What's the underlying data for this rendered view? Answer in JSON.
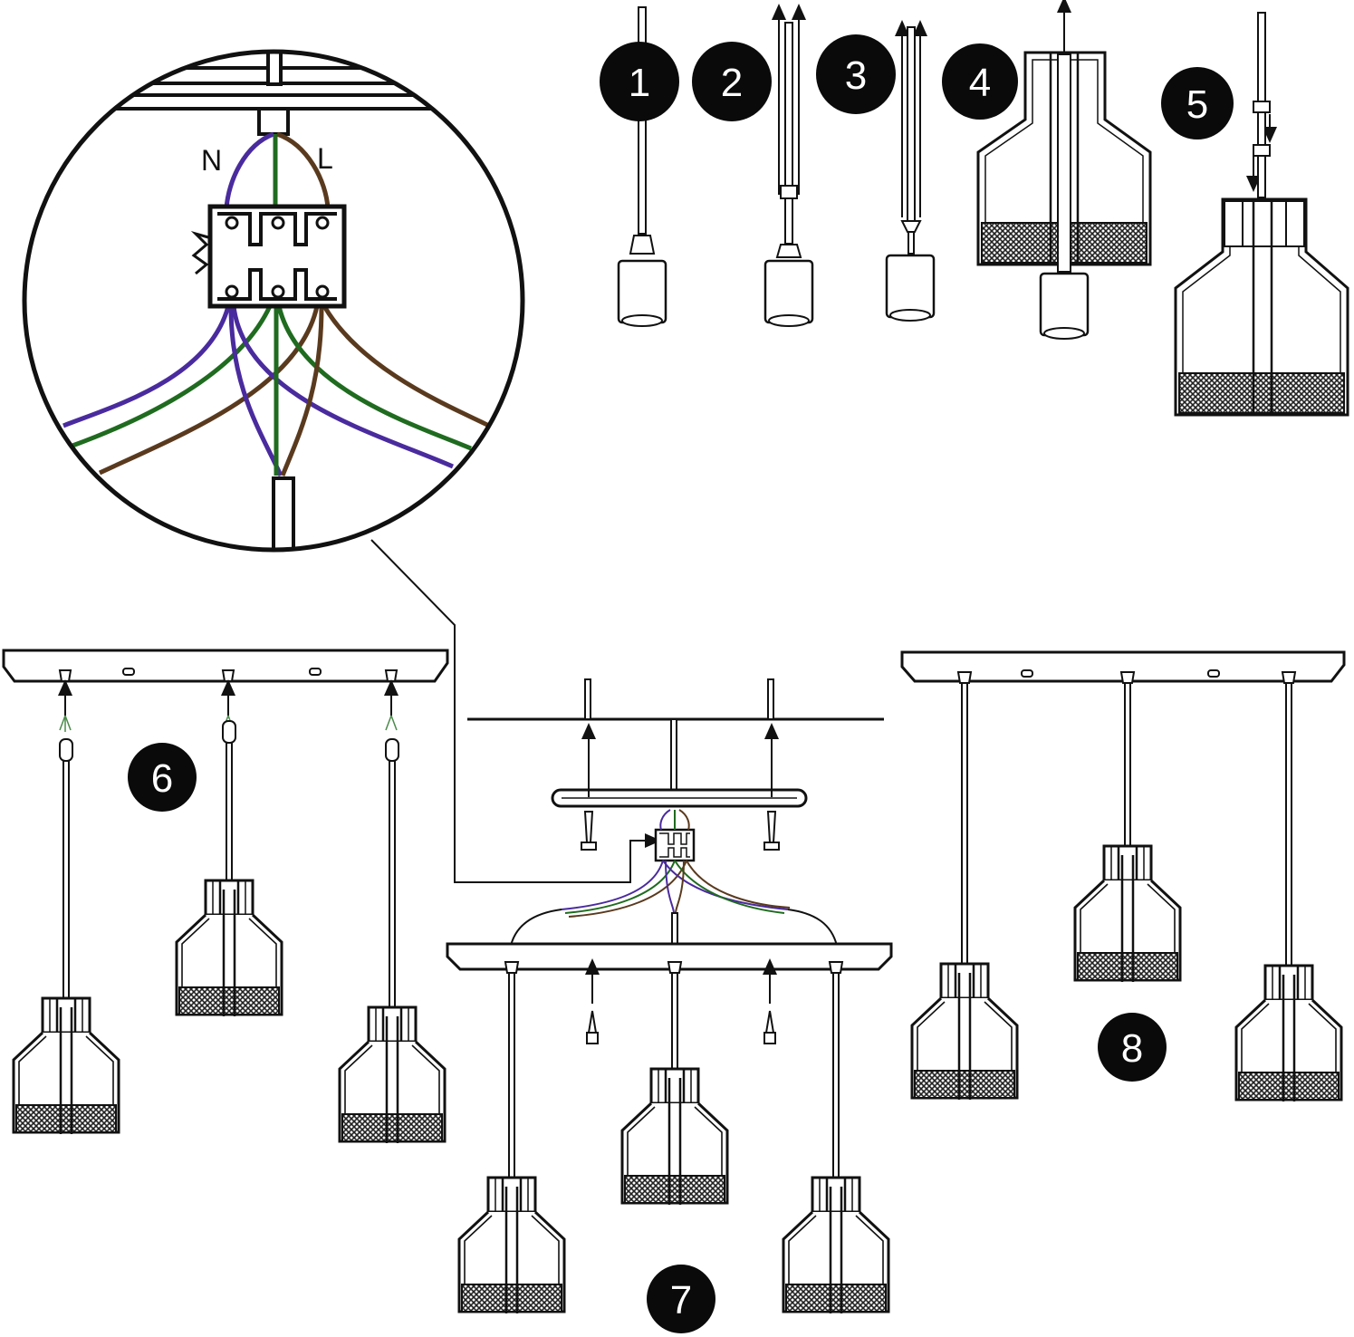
{
  "diagram": {
    "wire_labels": {
      "neutral": "N",
      "live": "L"
    },
    "steps": [
      "1",
      "2",
      "3",
      "4",
      "5",
      "6",
      "7",
      "8"
    ],
    "wire_colors": {
      "neutral": "#4a2b9e",
      "earth": "#1f6b1f",
      "live": "#5a3a1e"
    },
    "line_color": "#111111",
    "badge_color": "#0a0a0a"
  }
}
